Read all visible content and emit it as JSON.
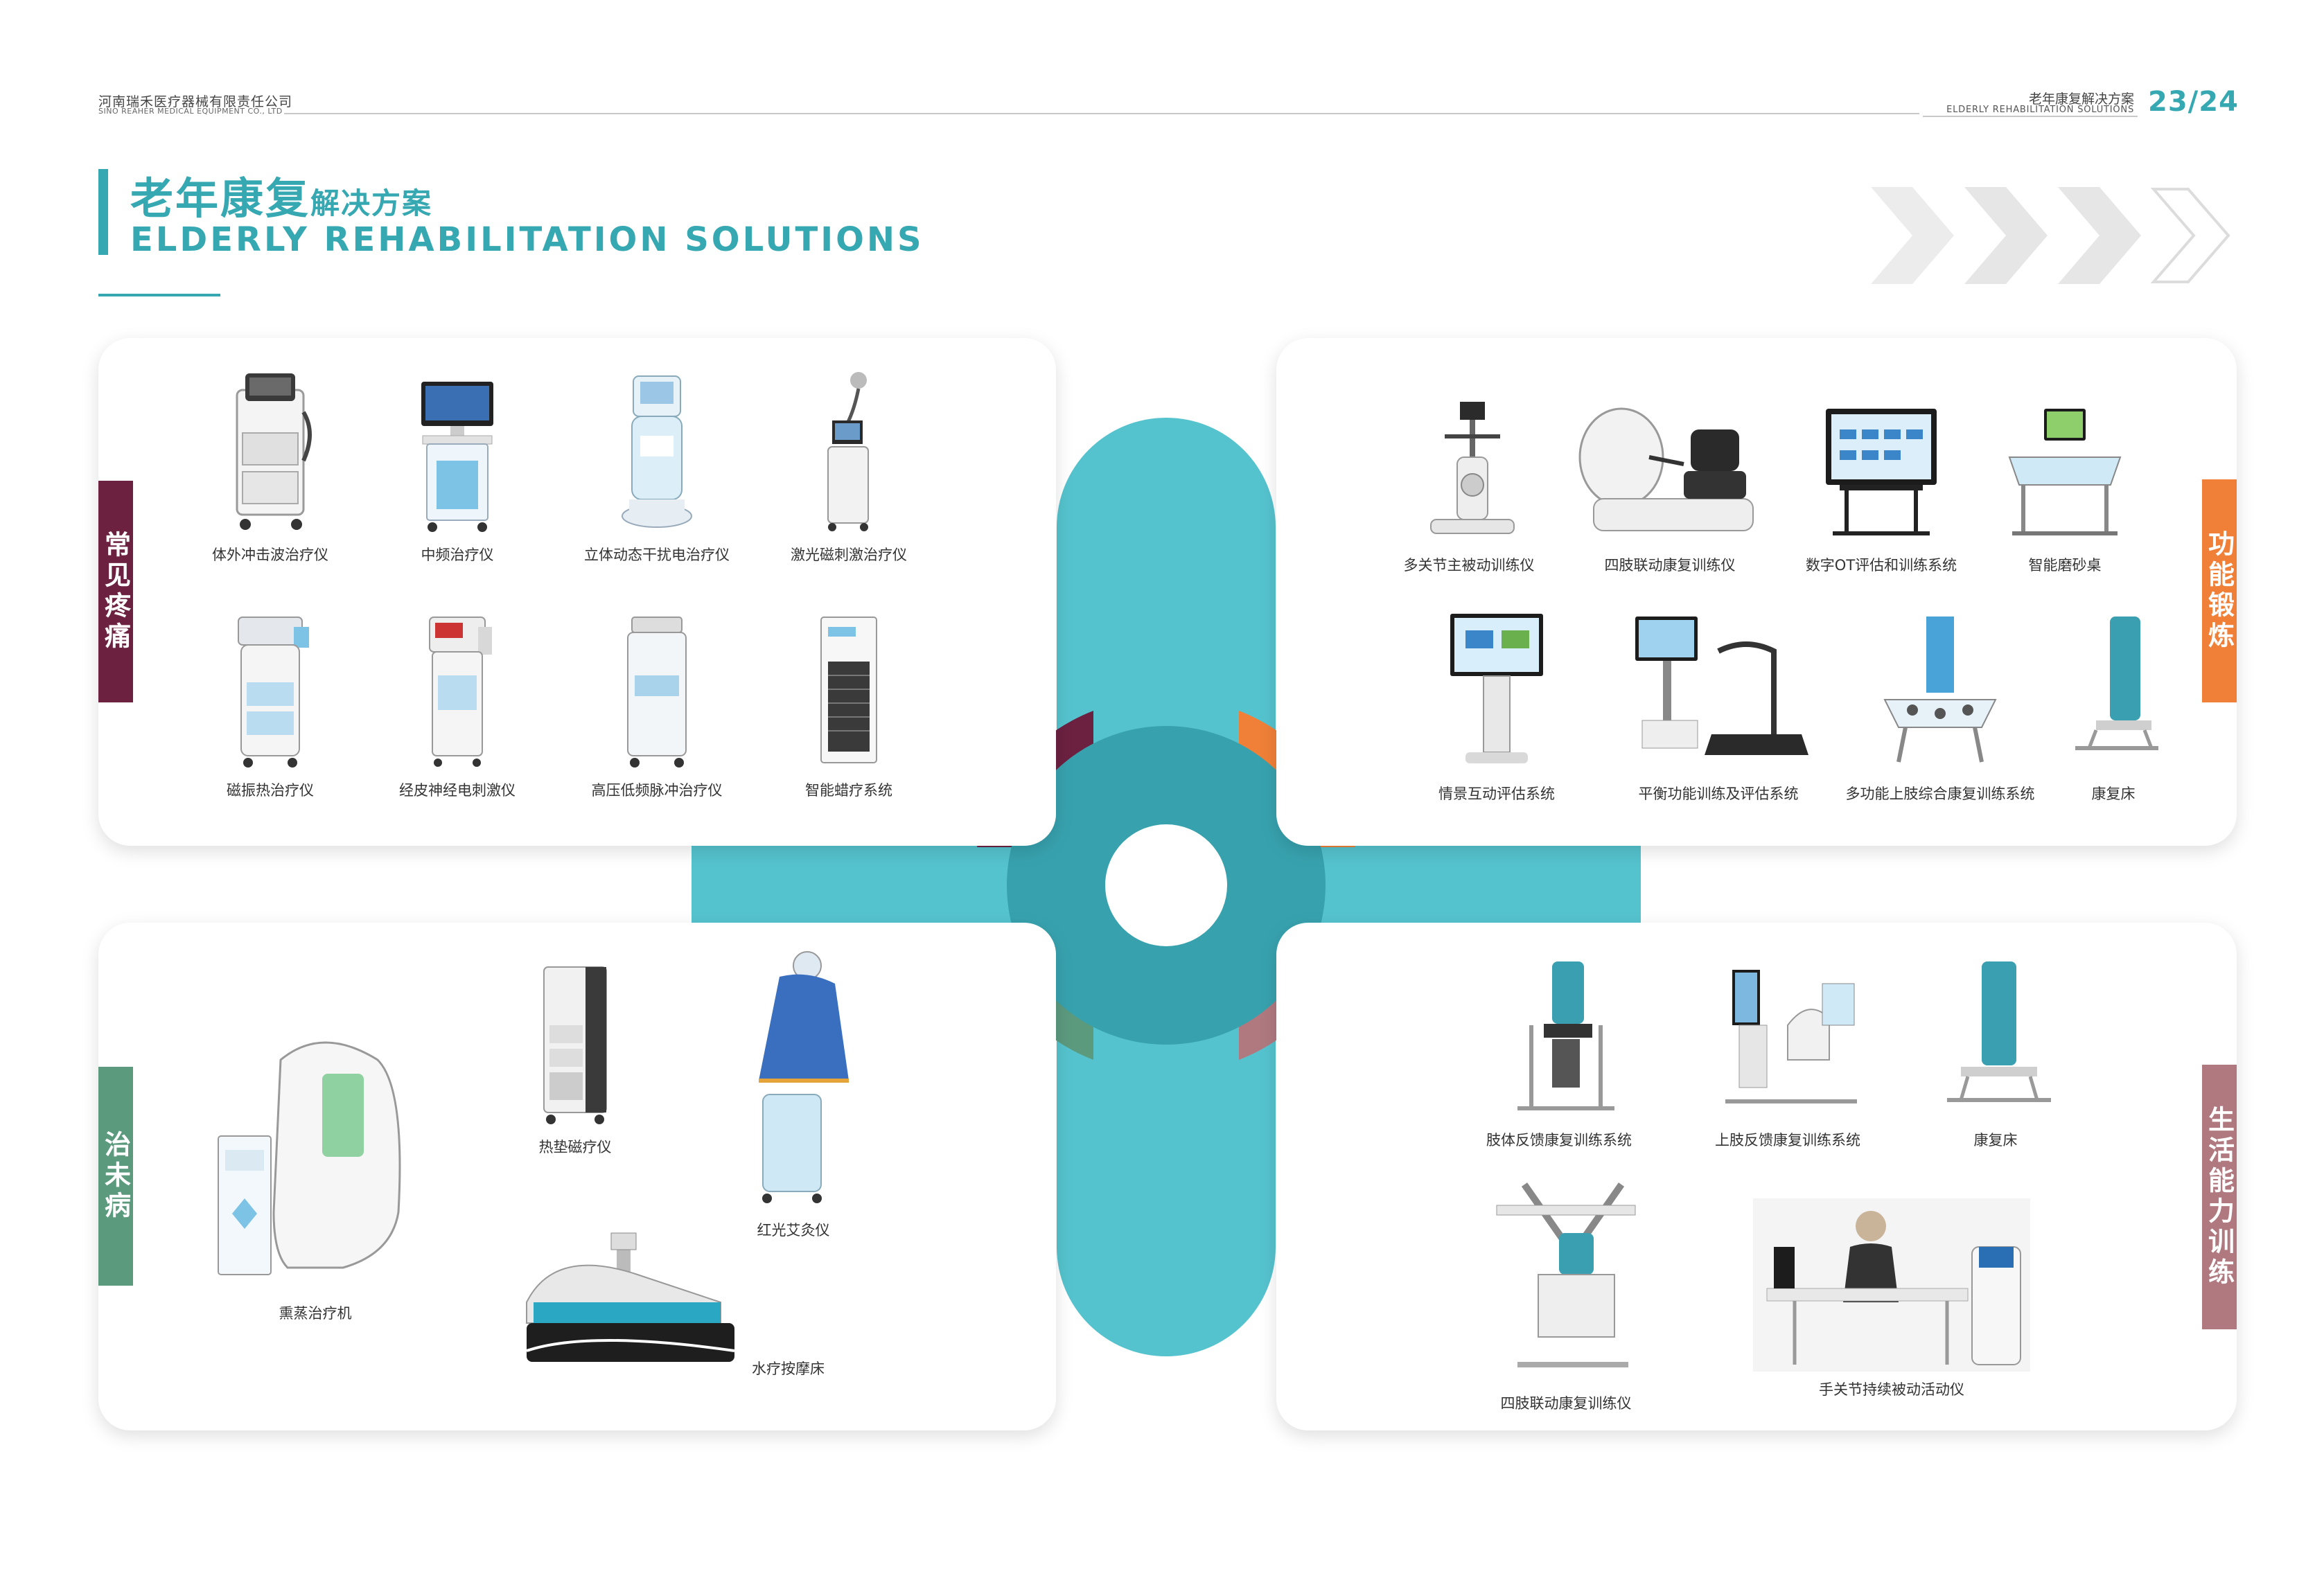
{
  "header": {
    "company_cn": "河南瑞禾医疗器械有限责任公司",
    "company_en": "SINO REAHER MEDICAL EQUIPMENT CO., LTD",
    "solution_cn": "老年康复解决方案",
    "solution_en": "ELDERLY REHABILITATION SOLUTIONS",
    "page_number": "23/24"
  },
  "title": {
    "main_cn": "老年康复",
    "sub_cn": "解决方案",
    "en": "ELDERLY REHABILITATION SOLUTIONS"
  },
  "colors": {
    "teal": "#36a8b2",
    "light_teal": "#55c3ce",
    "maroon": "#6c2141",
    "orange": "#f08038",
    "green": "#5c9a7e",
    "rose": "#b07980"
  },
  "sections": {
    "pain": {
      "category": "常见疼痛",
      "items": [
        "体外冲击波治疗仪",
        "中频治疗仪",
        "立体动态干扰电治疗仪",
        "激光磁刺激治疗仪",
        "磁振热治疗仪",
        "经皮神经电刺激仪",
        "高压低频脉冲治疗仪",
        "智能蜡疗系统"
      ]
    },
    "function": {
      "category": "功能锻炼",
      "items": [
        "多关节主被动训练仪",
        "四肢联动康复训练仪",
        "数字OT评估和训练系统",
        "智能磨砂桌",
        "情景互动评估系统",
        "平衡功能训练及评估系统",
        "多功能上肢综合康复训练系统",
        "康复床"
      ]
    },
    "prevention": {
      "category": "治未病",
      "items": [
        "熏蒸治疗机",
        "热垫磁疗仪",
        "红光艾灸仪",
        "水疗按摩床"
      ]
    },
    "daily": {
      "category": "生活能力训练",
      "items": [
        "肢体反馈康复训练系统",
        "上肢反馈康复训练系统",
        "康复床",
        "四肢联动康复训练仪",
        "手关节持续被动活动仪"
      ]
    }
  }
}
